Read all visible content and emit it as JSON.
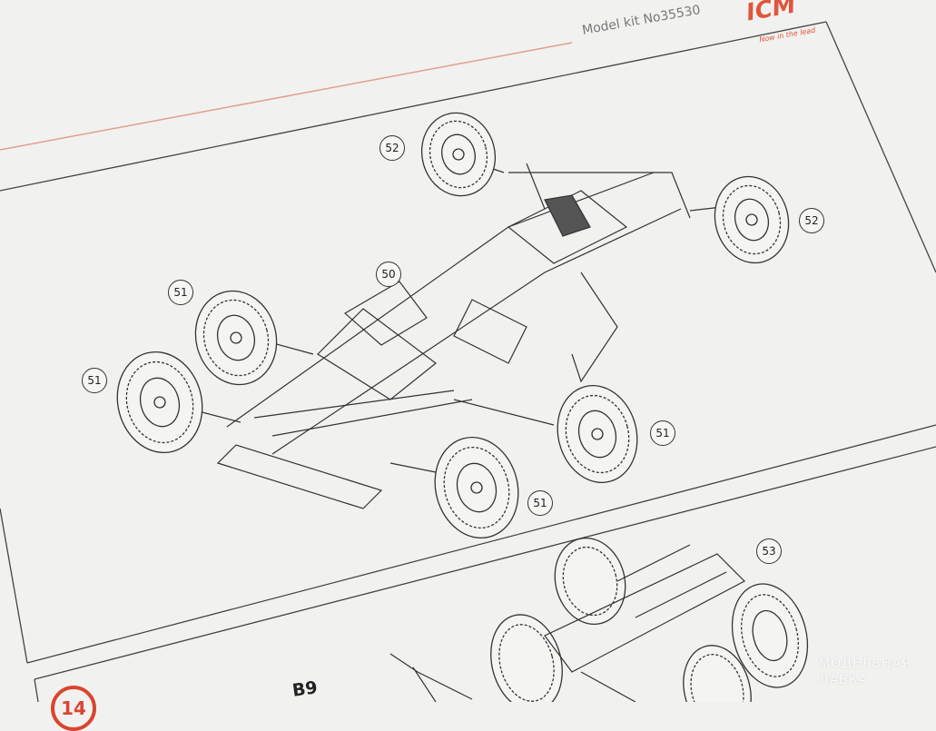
{
  "header": {
    "model_kit": "Model kit No35530",
    "logo_text": "ICM",
    "tagline": "Now in the lead"
  },
  "step_main": {
    "callouts": [
      "52",
      "52",
      "50",
      "51",
      "51",
      "51",
      "51"
    ]
  },
  "step_next": {
    "callout": "53"
  },
  "step_following": {
    "step_number": "14",
    "part_label": "B9"
  },
  "watermark": {
    "line1": "МОДЕЛЬНАЯ",
    "line2": "ЛАВКА"
  },
  "colors": {
    "accent": "#d9452f",
    "paper": "#f1f1f0",
    "ink": "#333333"
  }
}
